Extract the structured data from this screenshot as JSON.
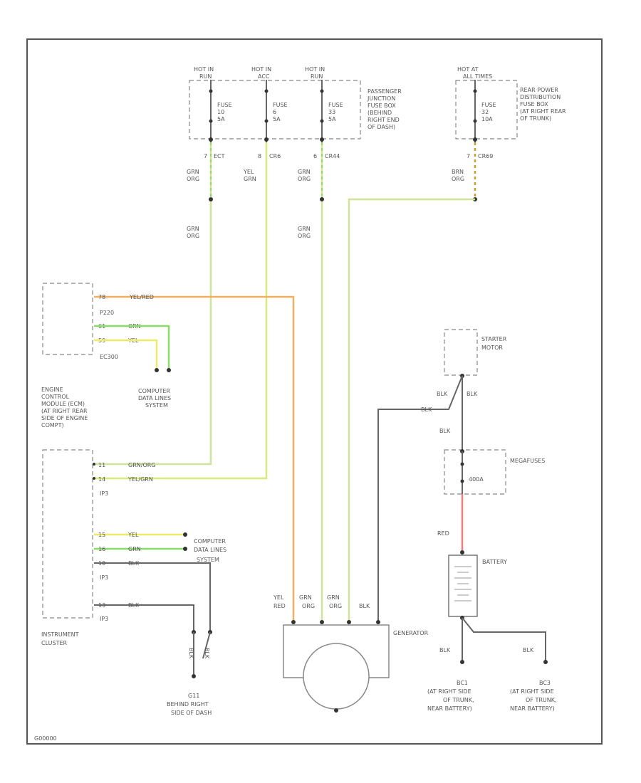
{
  "hot": {
    "fuse10": [
      "HOT IN",
      "RUN"
    ],
    "fuse6": [
      "HOT IN",
      "ACC"
    ],
    "fuse33": [
      "HOT IN",
      "RUN"
    ],
    "fuse32": [
      "HOT AT",
      "ALL TIMES"
    ]
  },
  "fuses": {
    "f10": [
      "FUSE",
      "10",
      "5A"
    ],
    "f6": [
      "FUSE",
      "6",
      "5A"
    ],
    "f33": [
      "FUSE",
      "33",
      "5A"
    ],
    "f32": [
      "FUSE",
      "32",
      "10A"
    ]
  },
  "pins_top": {
    "p1": "7",
    "p1w": "ECT",
    "p2": "8",
    "p2w": "CR6",
    "p3": "6",
    "p3w": "CR44",
    "p4": "7",
    "p4w": "CR69"
  },
  "junction_label": [
    "PASSENGER",
    "JUNCTION",
    "FUSE BOX",
    "(BEHIND",
    "RIGHT END",
    "OF DASH)"
  ],
  "rear_label": [
    "REAR POWER",
    "DISTRIBUTION",
    "FUSE BOX",
    "(AT RIGHT REAR",
    "OF TRUNK)"
  ],
  "wires": {
    "w1a": [
      "GRN",
      "ORG"
    ],
    "w1b": [
      "GRN",
      "ORG"
    ],
    "w2": [
      "YEL",
      "GRN"
    ],
    "w3a": [
      "GRN",
      "ORG"
    ],
    "w3b": [
      "GRN",
      "ORG"
    ],
    "w4": [
      "BRN",
      "ORG"
    ]
  },
  "ecm": {
    "pin1": "78",
    "pin1w": "YEL/RED",
    "conn1": "P220",
    "pin2": "61",
    "pin2w": "GRN",
    "pin3": "59",
    "pin3w": "YEL",
    "conn2": "EC300",
    "label": [
      "ENGINE",
      "CONTROL",
      "MODULE (ECM)",
      "(AT RIGHT REAR",
      "SIDE OF ENGINE",
      "COMPT)"
    ],
    "cdl": [
      "COMPUTER",
      "DATA LINES",
      "SYSTEM"
    ]
  },
  "ic": {
    "pin1": "11",
    "pin1w": "GRN/ORG",
    "pin2": "14",
    "pin2w": "YEL/GRN",
    "conn1": "IP3",
    "pin3": "15",
    "pin3w": "YEL",
    "pin4": "16",
    "pin4w": "GRN",
    "pin5": "10",
    "pin5w": "BLK",
    "conn2": "IP3",
    "pin6": "13",
    "pin6w": "BLK",
    "conn3": "IP3",
    "cdl": [
      "COMPUTER",
      "DATA LINES",
      "SYSTEM"
    ],
    "label": [
      "INSTRUMENT",
      "CLUSTER"
    ],
    "ground_w1": "BLK",
    "ground_w2": "BLK",
    "ground_id": "G11",
    "ground_label": [
      "BEHIND RIGHT",
      "SIDE OF DASH"
    ]
  },
  "starter": {
    "label": [
      "STARTER",
      "MOTOR"
    ],
    "w1": "BLK",
    "w2": "BLK",
    "w3": "BLK",
    "w4": "BLK"
  },
  "megafuse": {
    "label": "MEGAFUSES",
    "value": "400A"
  },
  "battery": {
    "label": "BATTERY",
    "wire": "RED"
  },
  "generator": {
    "label": "GENERATOR",
    "c1": [
      "YEL",
      "RED"
    ],
    "c2": [
      "GRN",
      "ORG"
    ],
    "c3": [
      "GRN",
      "ORG"
    ],
    "c4": "BLK"
  },
  "grounds": {
    "w1": "BLK",
    "w2": "BLK",
    "g1": [
      "BC1",
      "(AT RIGHT SIDE",
      "OF TRUNK,",
      "NEAR BATTERY)"
    ],
    "g2": [
      "BC3",
      "(AT RIGHT SIDE",
      "OF TRUNK,",
      "NEAR BATTERY)"
    ]
  },
  "footer": "G00000",
  "colors": {
    "grn_org": "#cfe39a",
    "yel_grn": "#d8ea7a",
    "yel_red": "#f0b060",
    "brn_org": "#c8a030",
    "grn": "#88dd66",
    "yel": "#ecec66",
    "red": "#f08080",
    "blk": "#666666"
  }
}
